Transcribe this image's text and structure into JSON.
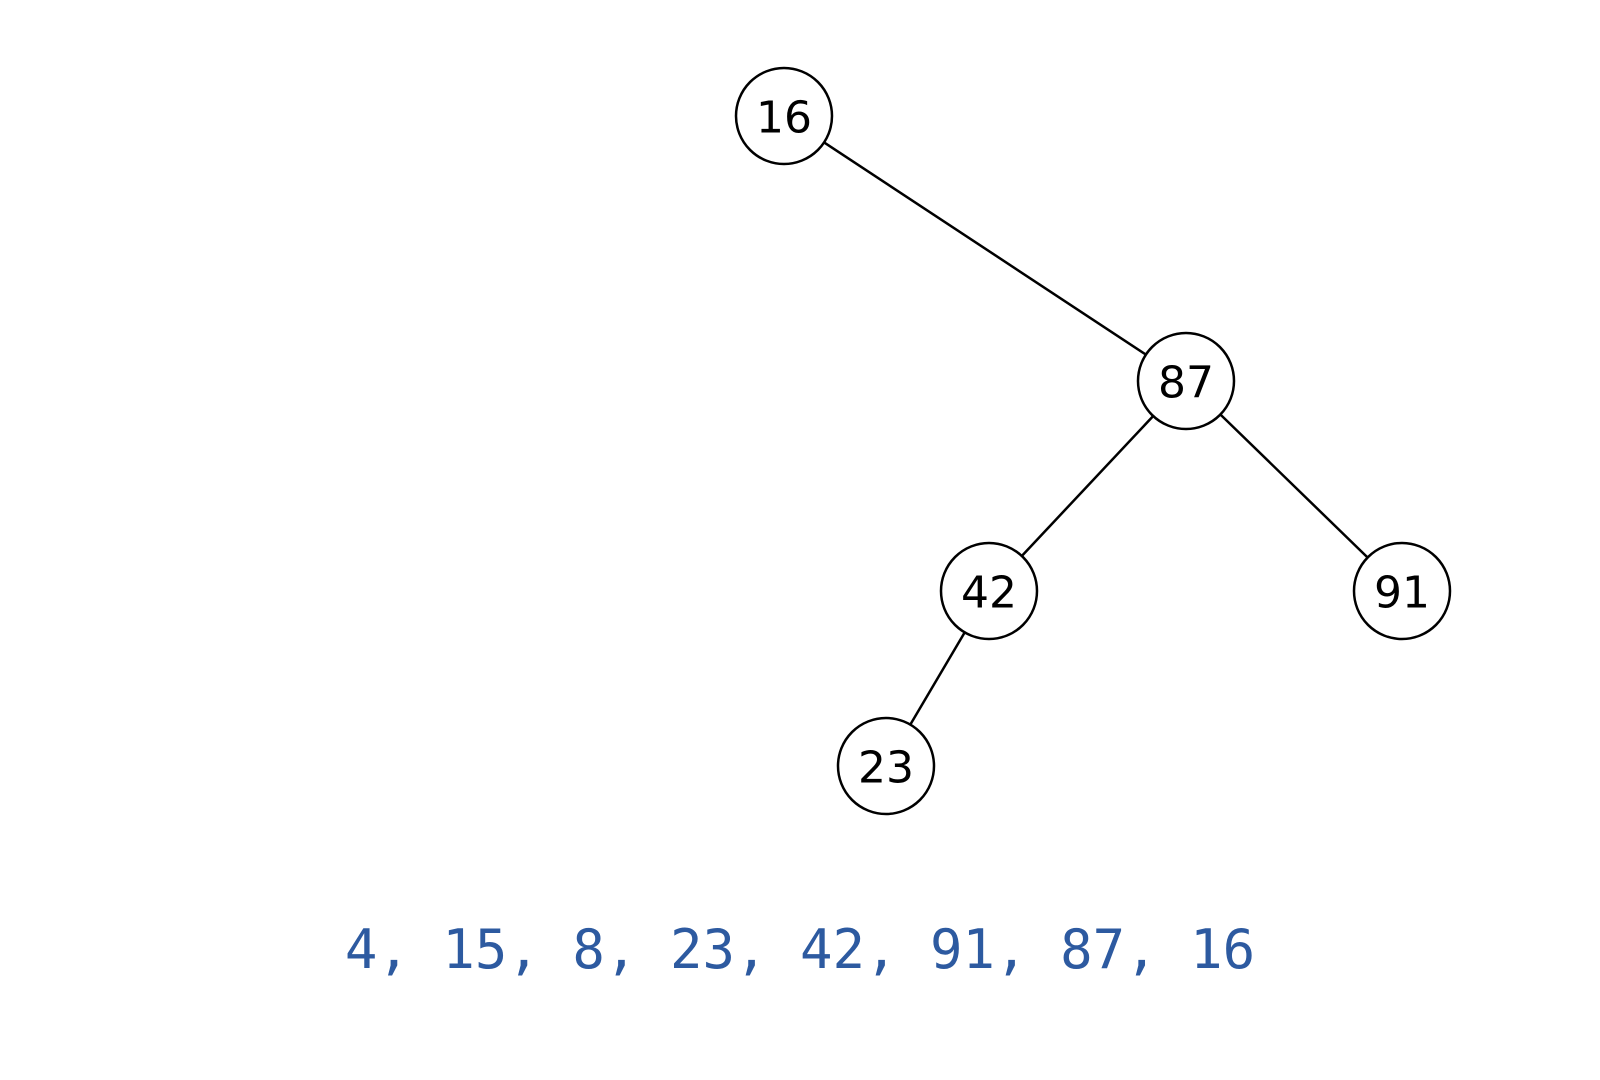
{
  "diagram": {
    "type": "binary-tree",
    "nodes": [
      {
        "id": "n16",
        "label": "16"
      },
      {
        "id": "n87",
        "label": "87"
      },
      {
        "id": "n42",
        "label": "42"
      },
      {
        "id": "n91",
        "label": "91"
      },
      {
        "id": "n23",
        "label": "23"
      }
    ],
    "edges": [
      {
        "from": "n16",
        "to": "n87"
      },
      {
        "from": "n87",
        "to": "n42"
      },
      {
        "from": "n87",
        "to": "n91"
      },
      {
        "from": "n42",
        "to": "n23"
      }
    ]
  },
  "sequence": {
    "text": "4, 15, 8, 23, 42, 91, 87, 16",
    "color": "#2d5aa0"
  }
}
